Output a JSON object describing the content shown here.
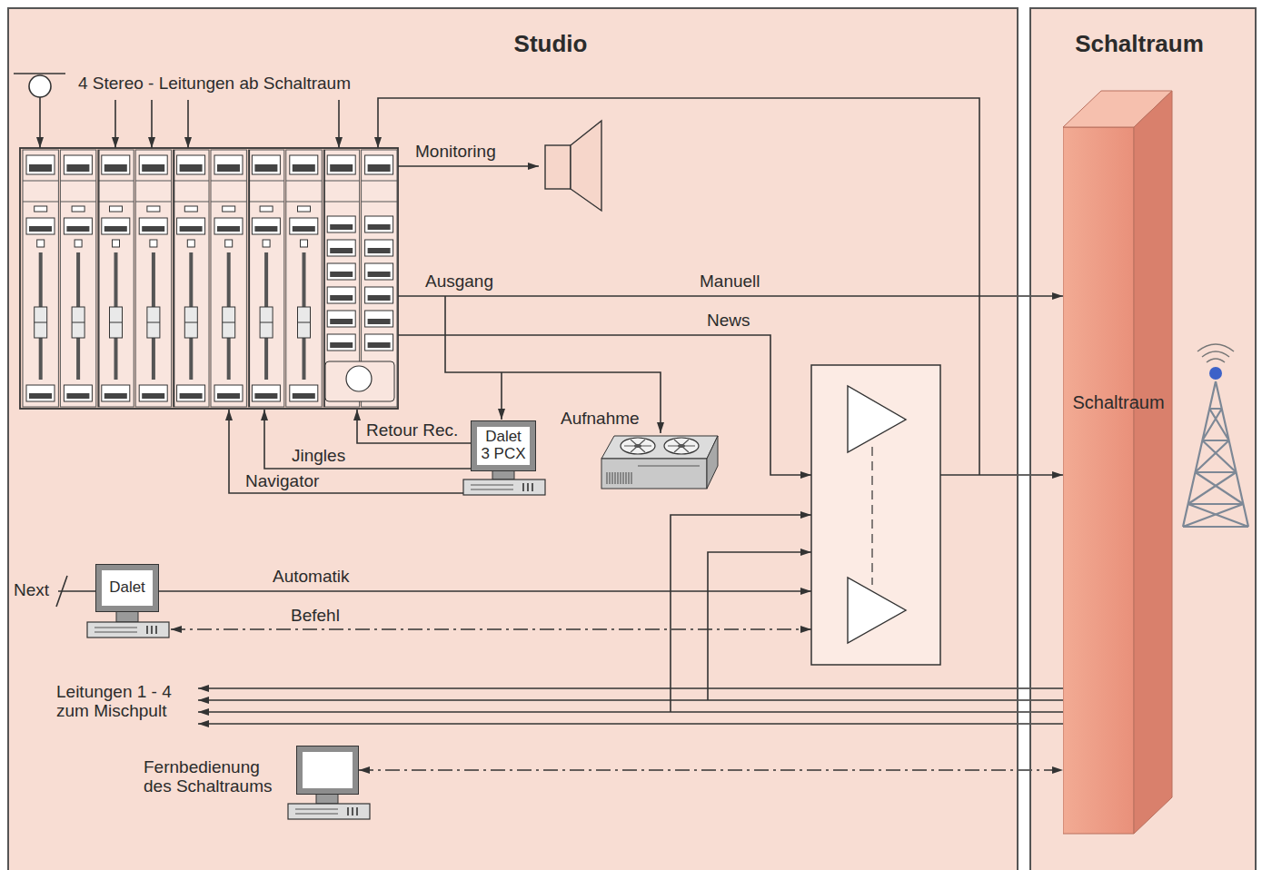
{
  "diagram": {
    "nodes": [
      {
        "text": [
          "Studio"
        ]
      },
      {
        "text": [
          "Dalet 3 PCX"
        ],
        "in": 0
      },
      {
        "text": [
          "Dalet"
        ],
        "in": 0
      },
      {
        "text": [
          "Fernbedienung des Schaltraums"
        ],
        "in": 0
      },
      {
        "text": [
          "Schaltraum"
        ]
      },
      {
        "text": [
          "Schaltraum"
        ],
        "in": 4
      }
    ],
    "edges": [
      {
        "from": 3,
        "to": 5,
        "arrow": "both"
      }
    ],
    "labels": [
      "4 Stereo - Leitungen ab Schaltraum",
      "Monitoring",
      "Ausgang",
      "Manuell",
      "News",
      "Retour Rec.",
      "Jingles",
      "Navigator",
      "Aufnahme",
      "Next",
      "Automatik",
      "Befehl",
      "Leitungen 1 - 4 zum Mischpult"
    ]
  }
}
